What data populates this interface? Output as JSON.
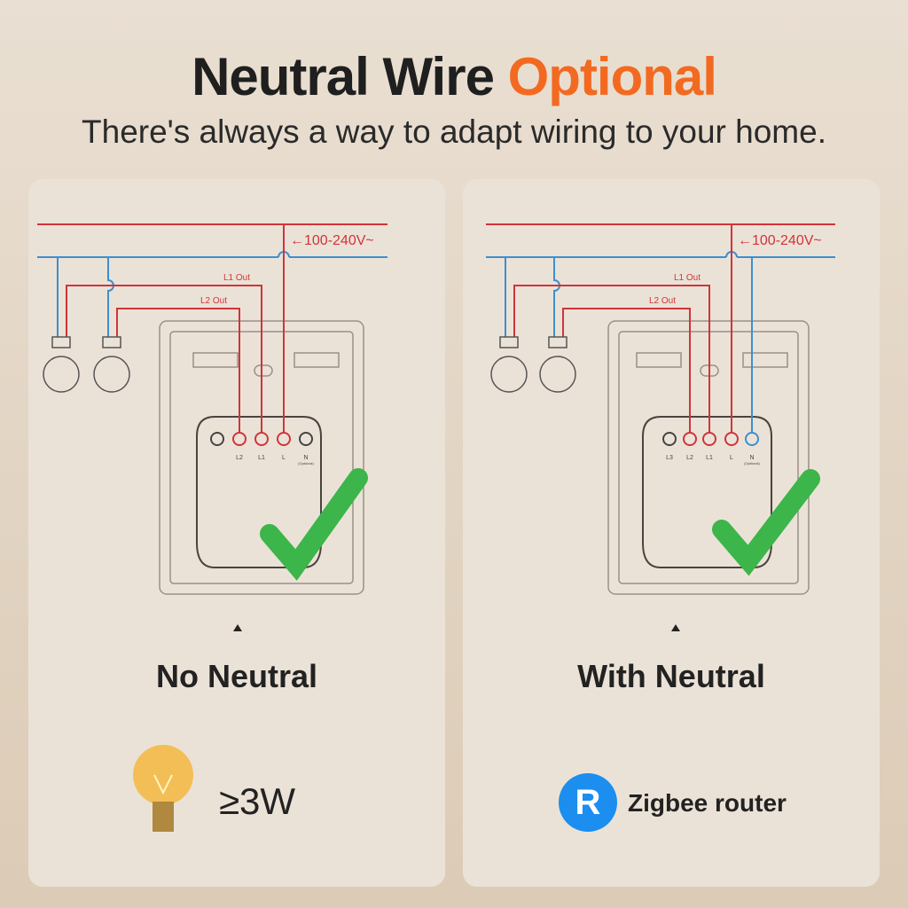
{
  "header": {
    "title_main": "Neutral Wire",
    "title_accent": "Optional",
    "subtitle": "There's always a way to adapt wiring to your home."
  },
  "colors": {
    "accent": "#f26a21",
    "live": "#d0343a",
    "neutral": "#3c8fd0",
    "check": "#3cb54a",
    "zigbee": "#1b8ef0"
  },
  "diagram": {
    "voltage": "←100-240V~",
    "l1_out": "L1 Out",
    "l2_out": "L2 Out",
    "n_optional": "(Optional)"
  },
  "left": {
    "terminals": [
      "L2",
      "L1",
      "L",
      "N"
    ],
    "label": "No Neutral",
    "feature": "≥3W",
    "feature_icon": "light-bulb-icon"
  },
  "right": {
    "terminals": [
      "L3",
      "L2",
      "L1",
      "L",
      "N"
    ],
    "label": "With Neutral",
    "feature": "Zigbee router",
    "zigbee_letter": "R",
    "feature_icon": "zigbee-router-icon"
  }
}
